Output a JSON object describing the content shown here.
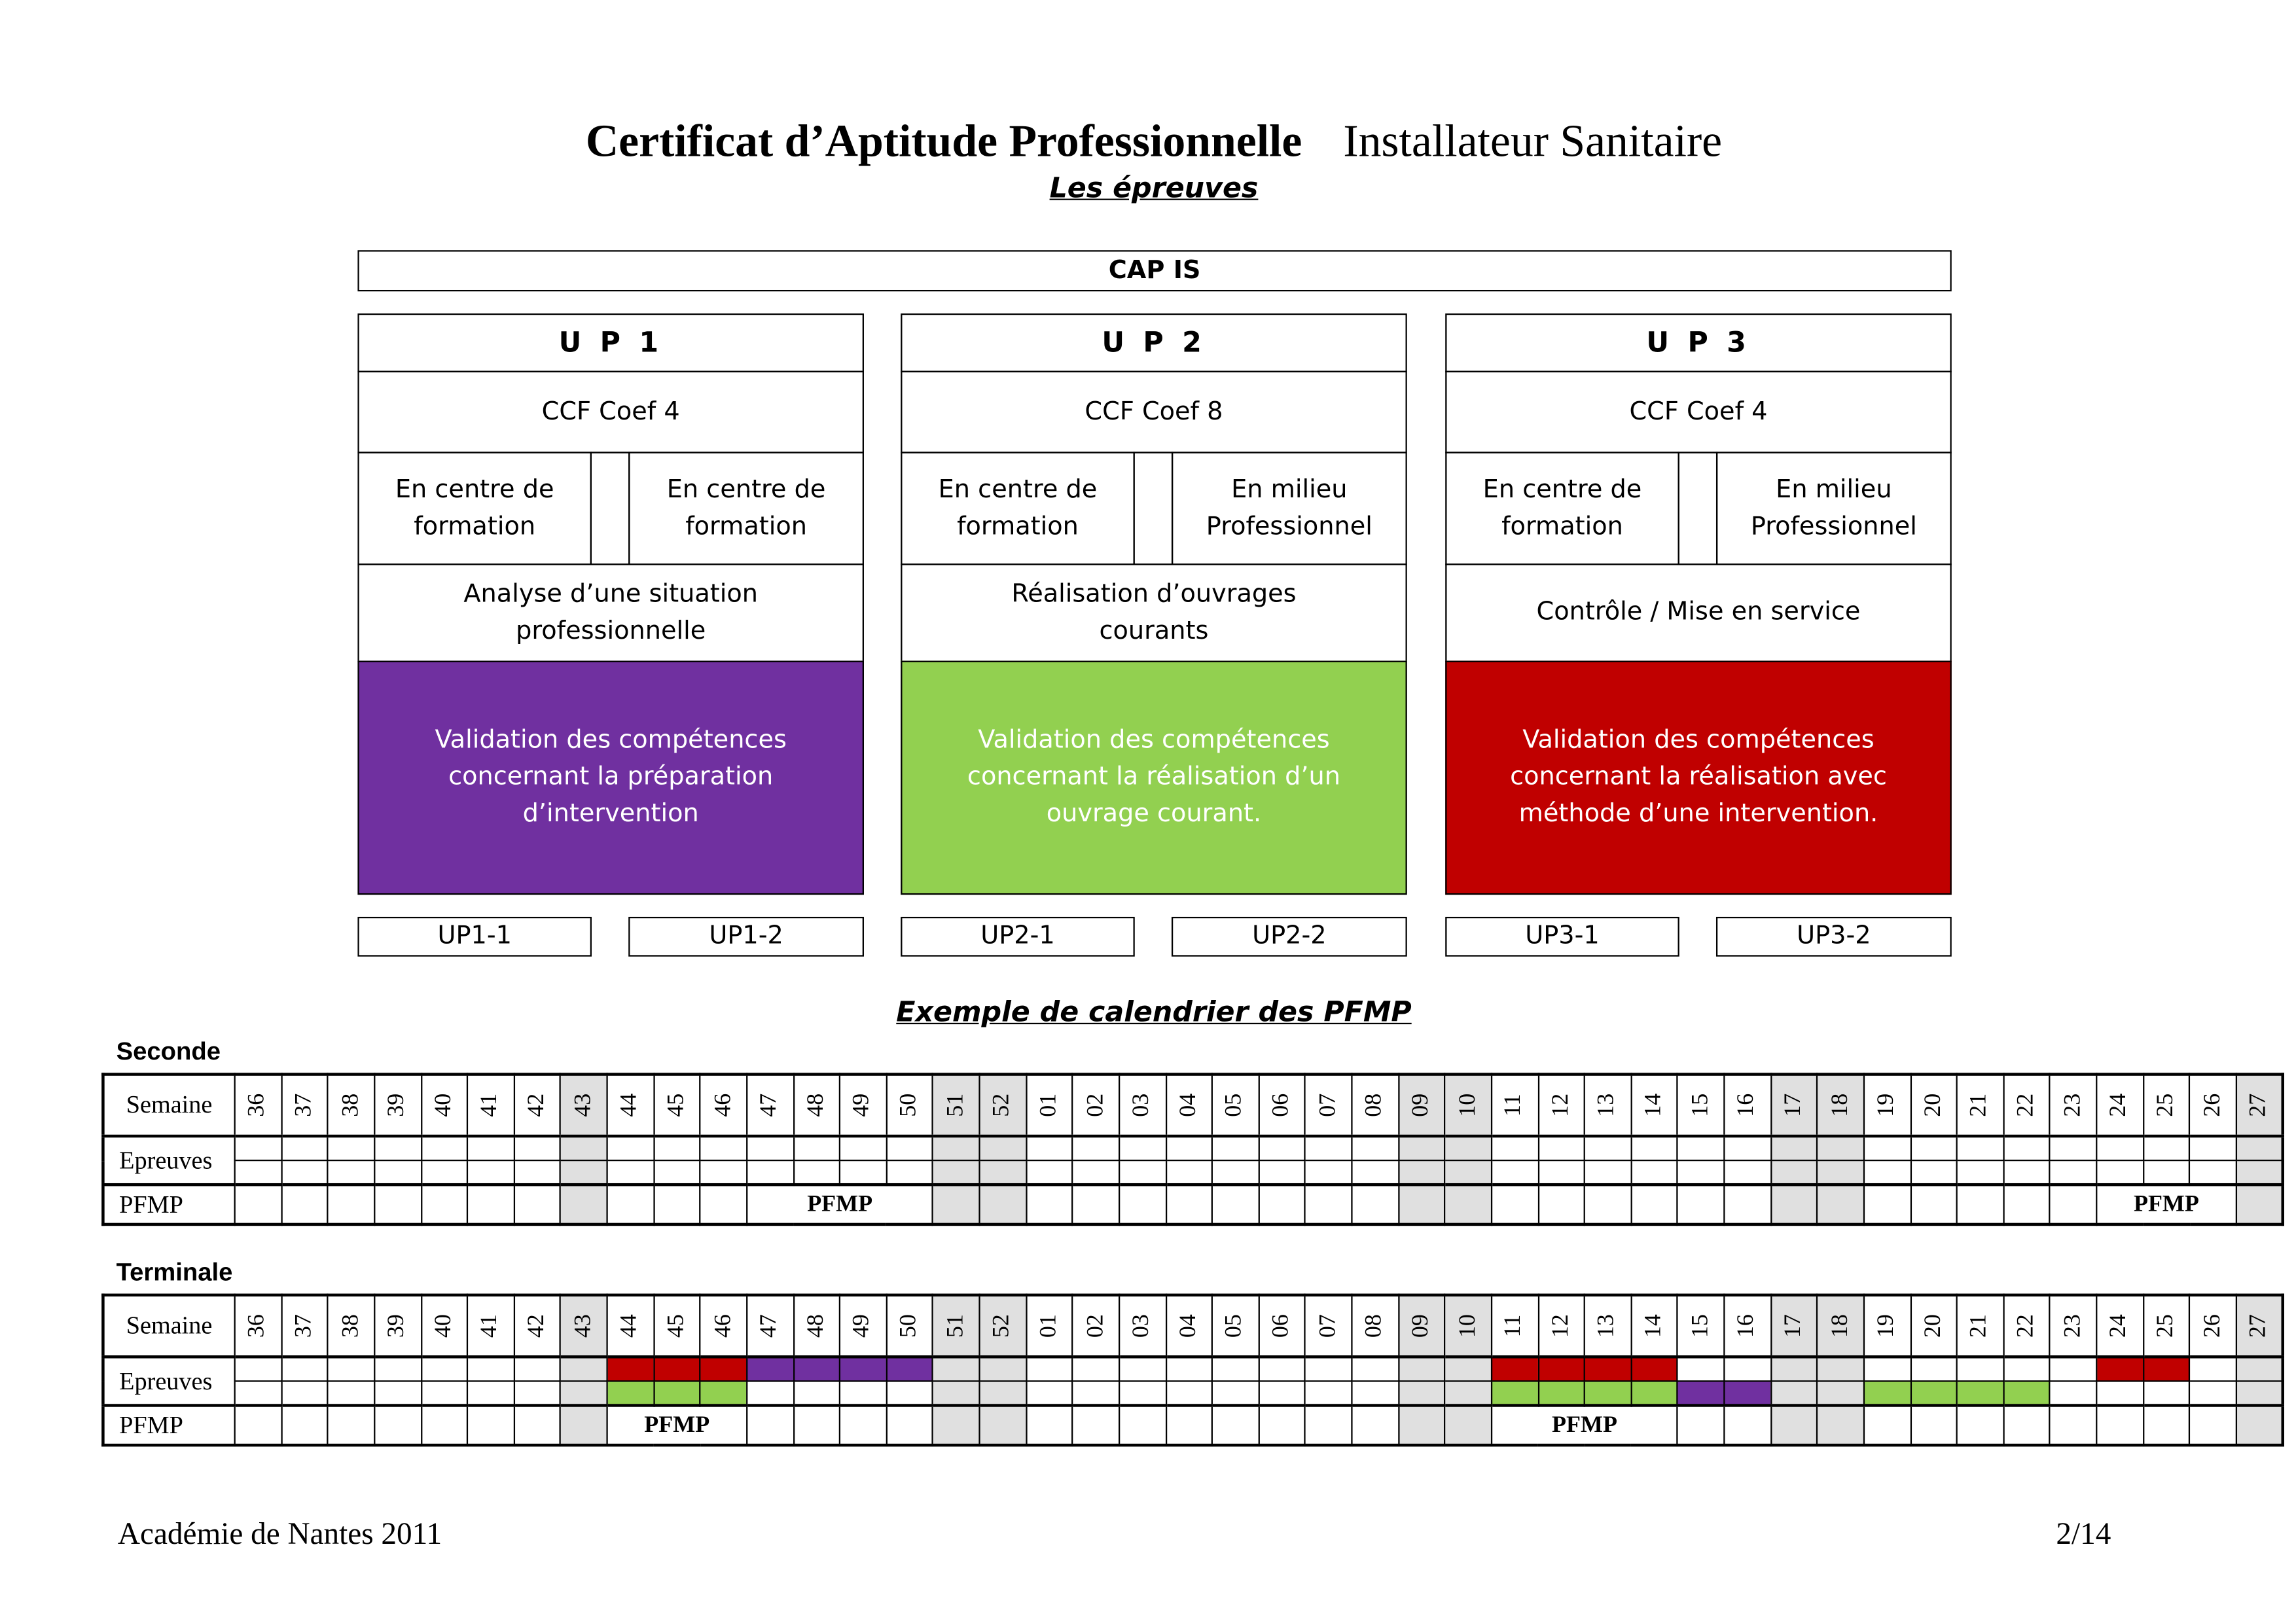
{
  "header": {
    "title_bold": "Certificat d’Aptitude Professionnelle",
    "title_regular": "Installateur Sanitaire",
    "subtitle": "Les épreuves"
  },
  "cap": {
    "label": "CAP IS"
  },
  "units": [
    {
      "title": "U P 1",
      "coef": "CCF Coef 4",
      "left": "En centre de formation",
      "right": "En centre de formation",
      "activity": "Analyse d’une situation professionnelle",
      "validation": "Validation des compétences concernant la préparation d’intervention",
      "color": "#7030a0",
      "sub": [
        "UP1-1",
        "UP1-2"
      ]
    },
    {
      "title": "U P 2",
      "coef": "CCF Coef 8",
      "left": "En centre de formation",
      "right": "En milieu Professionnel",
      "activity": "Réalisation d’ouvrages courants",
      "validation": "Validation des compétences concernant la réalisation d’un ouvrage courant.",
      "color": "#92d050",
      "sub": [
        "UP2-1",
        "UP2-2"
      ]
    },
    {
      "title": "U P 3",
      "coef": "CCF Coef 4",
      "left": "En centre de formation",
      "right": "En milieu Professionnel",
      "activity": "Contrôle / Mise en service",
      "validation": "Validation des compétences concernant la réalisation avec méthode d’une intervention.",
      "color": "#c00000",
      "sub": [
        "UP3-1",
        "UP3-2"
      ]
    }
  ],
  "calendar_title": "Exemple de calendrier des PFMP",
  "colors": {
    "purple": "#7030a0",
    "green": "#92d050",
    "red": "#c00000",
    "holiday": "#e0e0e0"
  },
  "weeks": [
    "36",
    "37",
    "38",
    "39",
    "40",
    "41",
    "42",
    "43",
    "44",
    "45",
    "46",
    "47",
    "48",
    "49",
    "50",
    "51",
    "52",
    "01",
    "02",
    "03",
    "04",
    "05",
    "06",
    "07",
    "08",
    "09",
    "10",
    "11",
    "12",
    "13",
    "14",
    "15",
    "16",
    "17",
    "18",
    "19",
    "20",
    "21",
    "22",
    "23",
    "24",
    "25",
    "26",
    "27"
  ],
  "holiday_weeks": [
    "43",
    "51",
    "52",
    "09",
    "10",
    "17",
    "18",
    "27"
  ],
  "row_labels": {
    "semaine": "Semaine",
    "epreuves": "Epreuves",
    "pfmp": "PFMP"
  },
  "calendars": [
    {
      "label": "Seconde",
      "epreuves_row1": {},
      "epreuves_row2": {},
      "pfmp": [
        {
          "start": "47",
          "end": "50",
          "label": "PFMP"
        },
        {
          "start": "24",
          "end": "26",
          "label": "PFMP"
        }
      ]
    },
    {
      "label": "Terminale",
      "epreuves_row1": {
        "44": "red",
        "45": "red",
        "46": "red",
        "47": "purple",
        "48": "purple",
        "49": "purple",
        "50": "purple",
        "11": "red",
        "12": "red",
        "13": "red",
        "14": "red",
        "24": "red",
        "25": "red"
      },
      "epreuves_row2": {
        "44": "green",
        "45": "green",
        "46": "green",
        "11": "green",
        "12": "green",
        "13": "green",
        "14": "green",
        "15": "purple",
        "16": "purple",
        "19": "green",
        "20": "green",
        "21": "green",
        "22": "green"
      },
      "pfmp": [
        {
          "start": "44",
          "end": "46",
          "label": "PFMP"
        },
        {
          "start": "11",
          "end": "14",
          "label": "PFMP"
        }
      ]
    }
  ],
  "footer": {
    "left": "Académie de Nantes 2011",
    "right": "2/14"
  }
}
